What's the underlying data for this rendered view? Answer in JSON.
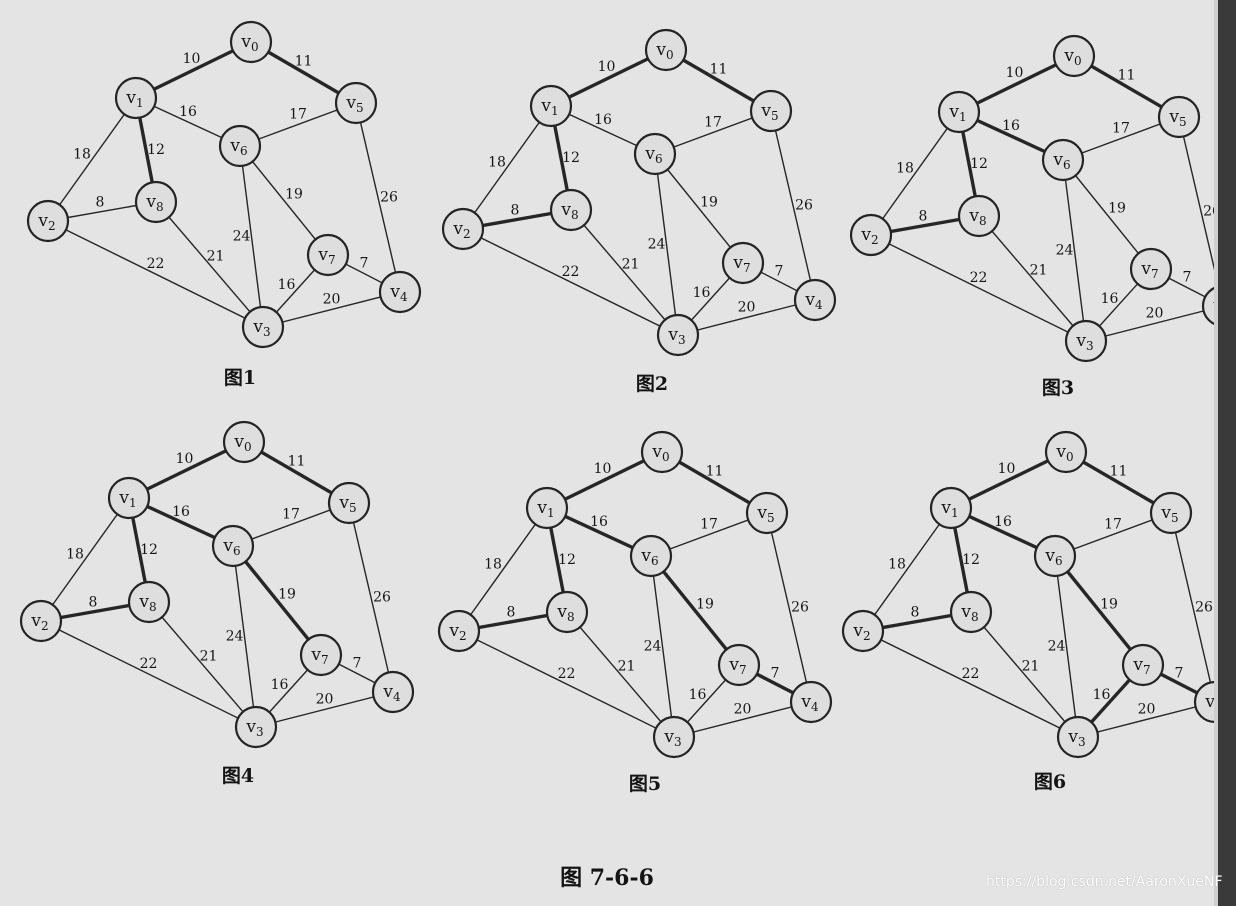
{
  "figure": {
    "caption": "图 7-6-6",
    "watermark": "https://blog.csdn.net/AaronXueNF"
  },
  "graph": {
    "nodes": [
      {
        "id": "v0",
        "name": "v",
        "sub": "0"
      },
      {
        "id": "v1",
        "name": "v",
        "sub": "1"
      },
      {
        "id": "v2",
        "name": "v",
        "sub": "2"
      },
      {
        "id": "v3",
        "name": "v",
        "sub": "3"
      },
      {
        "id": "v4",
        "name": "v",
        "sub": "4"
      },
      {
        "id": "v5",
        "name": "v",
        "sub": "5"
      },
      {
        "id": "v6",
        "name": "v",
        "sub": "6"
      },
      {
        "id": "v7",
        "name": "v",
        "sub": "7"
      },
      {
        "id": "v8",
        "name": "v",
        "sub": "8"
      }
    ],
    "edges": [
      {
        "from": "v0",
        "to": "v1",
        "weight": "10"
      },
      {
        "from": "v0",
        "to": "v5",
        "weight": "11"
      },
      {
        "from": "v1",
        "to": "v8",
        "weight": "12"
      },
      {
        "from": "v1",
        "to": "v6",
        "weight": "16"
      },
      {
        "from": "v1",
        "to": "v2",
        "weight": "18"
      },
      {
        "from": "v2",
        "to": "v8",
        "weight": "8"
      },
      {
        "from": "v2",
        "to": "v3",
        "weight": "22"
      },
      {
        "from": "v8",
        "to": "v3",
        "weight": "21"
      },
      {
        "from": "v6",
        "to": "v5",
        "weight": "17"
      },
      {
        "from": "v6",
        "to": "v7",
        "weight": "19"
      },
      {
        "from": "v6",
        "to": "v3",
        "weight": "24"
      },
      {
        "from": "v5",
        "to": "v4",
        "weight": "26"
      },
      {
        "from": "v7",
        "to": "v4",
        "weight": "7"
      },
      {
        "from": "v7",
        "to": "v3",
        "weight": "16"
      },
      {
        "from": "v3",
        "to": "v4",
        "weight": "20"
      }
    ]
  },
  "panels": [
    {
      "caption": "图1",
      "highlighted": [
        [
          "v0",
          "v1"
        ],
        [
          "v0",
          "v5"
        ],
        [
          "v1",
          "v8"
        ]
      ]
    },
    {
      "caption": "图2",
      "highlighted": [
        [
          "v0",
          "v1"
        ],
        [
          "v0",
          "v5"
        ],
        [
          "v1",
          "v8"
        ],
        [
          "v2",
          "v8"
        ]
      ]
    },
    {
      "caption": "图3",
      "highlighted": [
        [
          "v0",
          "v1"
        ],
        [
          "v0",
          "v5"
        ],
        [
          "v1",
          "v8"
        ],
        [
          "v2",
          "v8"
        ],
        [
          "v1",
          "v6"
        ]
      ]
    },
    {
      "caption": "图4",
      "highlighted": [
        [
          "v0",
          "v1"
        ],
        [
          "v0",
          "v5"
        ],
        [
          "v1",
          "v8"
        ],
        [
          "v2",
          "v8"
        ],
        [
          "v1",
          "v6"
        ],
        [
          "v6",
          "v7"
        ]
      ]
    },
    {
      "caption": "图5",
      "highlighted": [
        [
          "v0",
          "v1"
        ],
        [
          "v0",
          "v5"
        ],
        [
          "v1",
          "v8"
        ],
        [
          "v2",
          "v8"
        ],
        [
          "v1",
          "v6"
        ],
        [
          "v6",
          "v7"
        ],
        [
          "v7",
          "v4"
        ]
      ]
    },
    {
      "caption": "图6",
      "highlighted": [
        [
          "v0",
          "v1"
        ],
        [
          "v0",
          "v5"
        ],
        [
          "v1",
          "v8"
        ],
        [
          "v2",
          "v8"
        ],
        [
          "v1",
          "v6"
        ],
        [
          "v6",
          "v7"
        ],
        [
          "v7",
          "v4"
        ],
        [
          "v7",
          "v3"
        ]
      ]
    }
  ]
}
